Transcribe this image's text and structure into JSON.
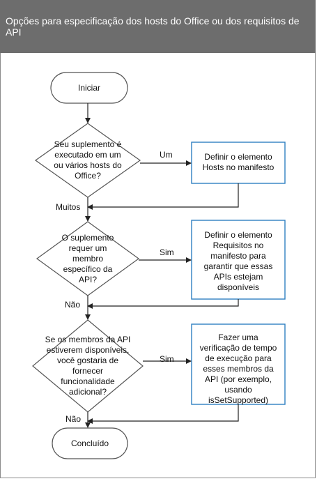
{
  "title": "Opções para especificação dos hosts do Office ou dos requisitos de API",
  "colors": {
    "header_bg": "#6d6d6d",
    "box_border": "#2f7fc1",
    "line": "#222222",
    "node_border": "#555555"
  },
  "nodes": {
    "start": "Iniciar",
    "decision1": "Seu suplemento é executado em um ou vários hosts do Office?",
    "action1": "Definir o elemento Hosts no manifesto",
    "decision2": "O suplemento requer um membro específico da API?",
    "action2": "Definir o elemento Requisitos no manifesto para garantir que essas APIs estejam disponíveis",
    "decision3": "Se os membros da API estiverem disponíveis, você gostaria de fornecer funcionalidade adicional?",
    "action3": "Fazer uma verificação de tempo de execução para esses membros da API (por exemplo, usando isSetSupported)",
    "end": "Concluído"
  },
  "edge_labels": {
    "d1_yes": "Um",
    "d1_no": "Muitos",
    "d2_yes": "Sim",
    "d2_no": "Não",
    "d3_yes": "Sim",
    "d3_no": "Não"
  }
}
